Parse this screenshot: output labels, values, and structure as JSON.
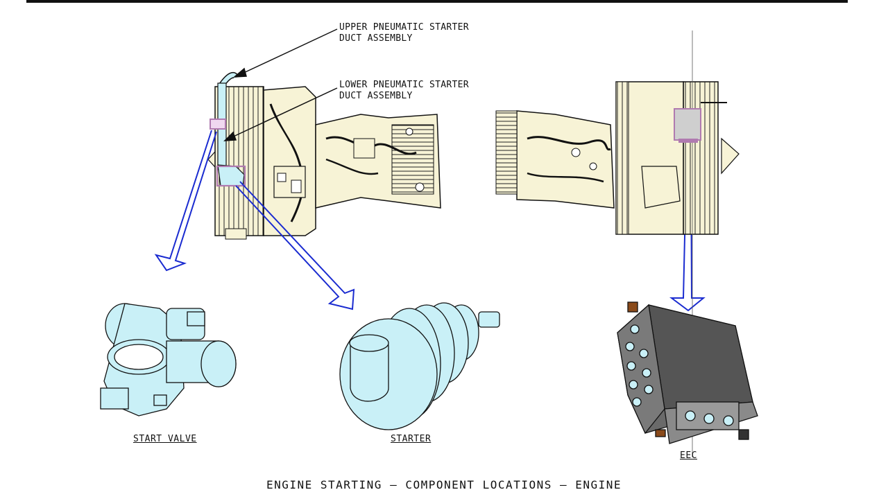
{
  "callouts": {
    "upper_line1": "UPPER PNEUMATIC STARTER",
    "upper_line2": "DUCT ASSEMBLY",
    "lower_line1": "LOWER PNEUMATIC STARTER",
    "lower_line2": "DUCT ASSEMBLY"
  },
  "components": {
    "start_valve": "START VALVE",
    "starter": "STARTER",
    "eec": "EEC"
  },
  "caption": "ENGINE STARTING — COMPONENT LOCATIONS — ENGINE",
  "colors": {
    "engine_fill": "#f7f3d6",
    "part_fill": "#c9f0f7",
    "highlight": "#b07ab0",
    "arrow": "#1a2bd0",
    "eec_body": "#5c5c5c",
    "line": "#111111"
  }
}
